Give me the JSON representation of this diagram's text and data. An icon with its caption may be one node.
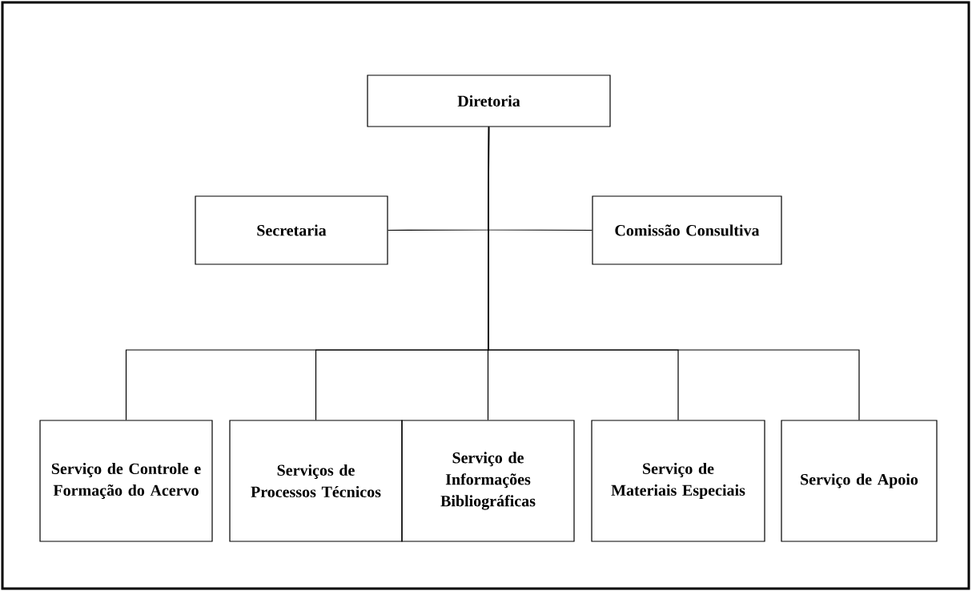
{
  "diagram": {
    "nodes": [
      {
        "text": [
          "Diretoria"
        ]
      },
      {
        "text": [
          "Secretaria"
        ]
      },
      {
        "text": [
          "Comissão Consultiva"
        ]
      },
      {
        "text": [
          "Serviço de Controle e Formação do Acervo"
        ]
      },
      {
        "text": [
          "Serviços de Processos Técnicos"
        ]
      },
      {
        "text": [
          "Serviço de Informações Bibliográficas"
        ]
      },
      {
        "text": [
          "Serviço de Materiais Especiais"
        ]
      },
      {
        "text": [
          "Serviço de Apoio"
        ]
      }
    ],
    "edges": [
      {
        "from": 0,
        "to": 1,
        "arrow": "none"
      },
      {
        "from": 0,
        "to": 2,
        "arrow": "none"
      },
      {
        "from": 0,
        "to": 3,
        "arrow": "none"
      },
      {
        "from": 0,
        "to": 4,
        "arrow": "none"
      },
      {
        "from": 0,
        "to": 5,
        "arrow": "none"
      },
      {
        "from": 0,
        "to": 6,
        "arrow": "none"
      },
      {
        "from": 0,
        "to": 7,
        "arrow": "none"
      }
    ]
  }
}
